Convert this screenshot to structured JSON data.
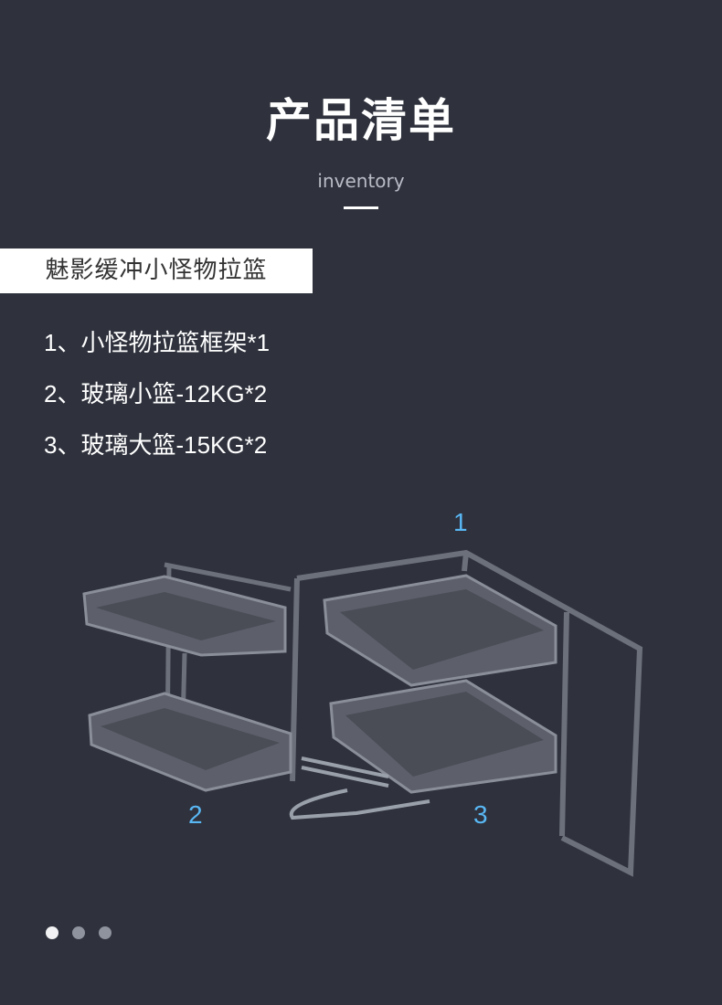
{
  "header": {
    "title": "产品清单",
    "subtitle": "inventory"
  },
  "product": {
    "name": "魅影缓冲小怪物拉篮"
  },
  "inventory": {
    "items": [
      "1、小怪物拉篮框架*1",
      "2、玻璃小篮-12KG*2",
      "3、玻璃大篮-15KG*2"
    ]
  },
  "figure": {
    "callouts": [
      "1",
      "2",
      "3"
    ],
    "colors": {
      "callout": "#59b7f4",
      "frame": "#6c707a",
      "basket_glass": "#5d606b",
      "basket_floor": "#4a4d55"
    }
  },
  "pagination": {
    "count": 3,
    "active_index": 0
  },
  "colors": {
    "background": "#2f323d",
    "text": "#ffffff",
    "label_band": "#ffffff"
  }
}
